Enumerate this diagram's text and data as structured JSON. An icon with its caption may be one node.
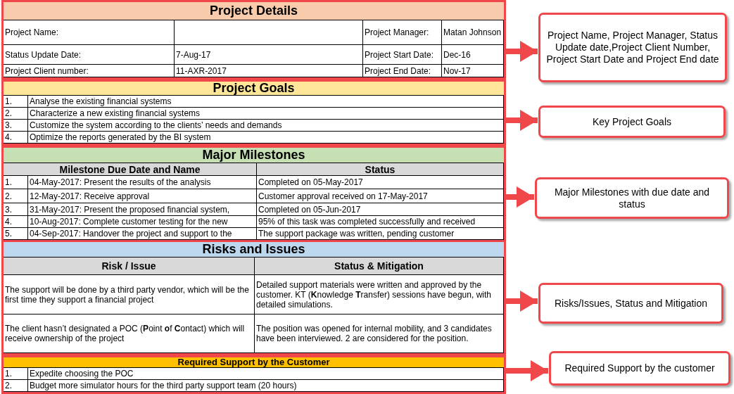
{
  "diagram": {
    "nodes": [
      {
        "text": [
          "Project Details"
        ]
      },
      {
        "text": [
          "Project Goals"
        ]
      },
      {
        "text": [
          "Major Milestones"
        ]
      },
      {
        "text": [
          "Risks and Issues"
        ]
      },
      {
        "text": [
          "Required Support by the Customer"
        ]
      },
      {
        "text": [
          "Project Name, Project Manager, Status Update date,Project Client Number, Project Start Date and Project End date"
        ]
      },
      {
        "text": [
          "Key Project Goals"
        ]
      },
      {
        "text": [
          "Major Milestones with due date and status"
        ]
      },
      {
        "text": [
          "Risks/Issues, Status and Mitigation"
        ]
      },
      {
        "text": [
          "Required Support by the customer"
        ]
      }
    ],
    "edges": [
      {
        "from": 0,
        "to": 5,
        "arrow": "to"
      },
      {
        "from": 1,
        "to": 6,
        "arrow": "to"
      },
      {
        "from": 2,
        "to": 7,
        "arrow": "to"
      },
      {
        "from": 3,
        "to": 8,
        "arrow": "to"
      },
      {
        "from": 4,
        "to": 9,
        "arrow": "to"
      }
    ],
    "labels": [
      "Project Name:",
      "Project Manager:",
      "Matan Johnson",
      "Status Update Date:",
      "7-Aug-17",
      "Project Start Date:",
      "Dec-16",
      "Project Client number:",
      "11-AXR-2017",
      "Project End Date:",
      "Nov-17",
      "1.",
      "Analyse the existing financial systems",
      "2.",
      "Characterize a new existing financial systems",
      "3.",
      "Customize the system according to the clients’ needs and demands",
      "4.",
      "Optimize the reports generated by the BI system",
      "Milestone Due Date and Name",
      "Status",
      "1.",
      "04-May-2017: Present the results of the analysis",
      "Completed on 05-May-2017",
      "2.",
      "12-May-2017: Receive approval",
      "Customer approval received on 17-May-2017",
      "3.",
      "31-May-2017: Present the proposed financial system,",
      "Completed on 05-Jun-2017",
      "4.",
      "10-Aug-2017: Complete customer testing for the new",
      "95% of this task was completed successfully and received",
      "5.",
      "04-Sep-2017: Handover the project and support to the",
      "The support package was written, pending customer",
      "Risk / Issue",
      "Status & Mitigation",
      "The support will be done by a third party vendor, which will be the first time they support a financial project",
      "Detailed support materials were written and approved by the customer. KT (**K**nowledge **T**ransfer) sessions have begun, with detailed simulations.",
      "The client hasn’t designated a POC (**P**oint **o**f **C**ontact) which will receive ownership of the project",
      "The position was opened for internal mobility, and 3 candidates have been interviewed. 2 are considered for the position.",
      "1.",
      "Expedite choosing the POC",
      "2.",
      "Budget more simulator hours for the third party support team (20 hours)"
    ]
  }
}
